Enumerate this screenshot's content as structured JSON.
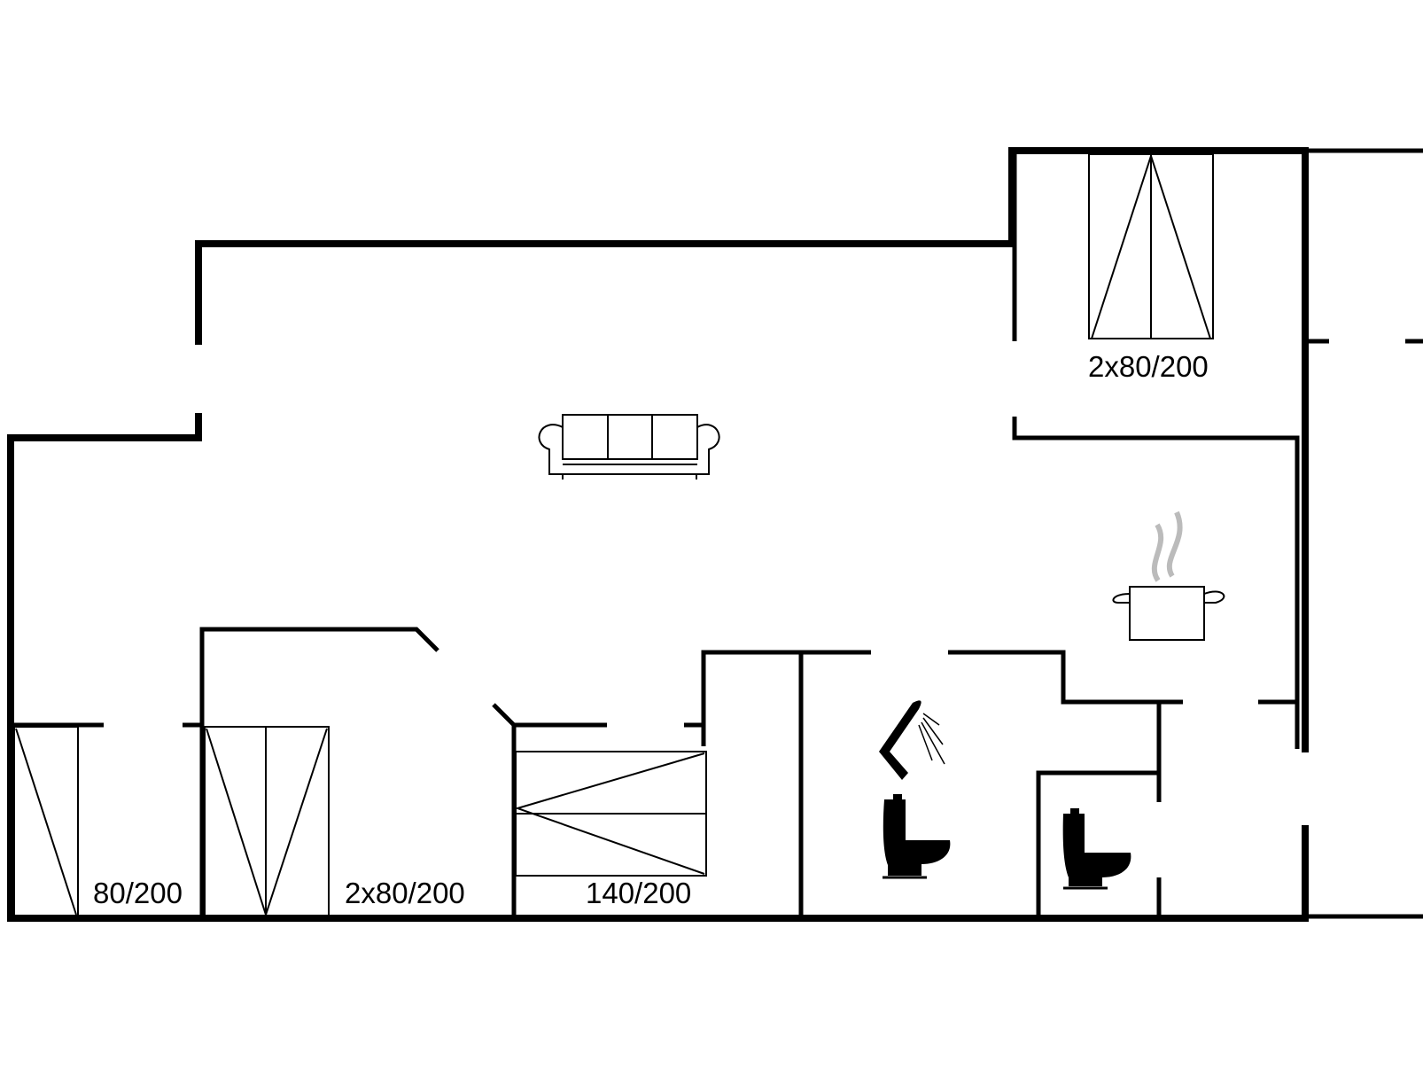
{
  "colors": {
    "walls": "#000000",
    "background": "#ffffff",
    "steam": "#bbbbbb"
  },
  "icons": [
    "sofa-icon",
    "cooking-pot-icon",
    "shower-icon",
    "toilet-icon"
  ],
  "beds": [
    {
      "id": "bed-top-right",
      "label": "2x80/200"
    },
    {
      "id": "bed-bottom-left",
      "label": "80/200"
    },
    {
      "id": "bed-bottom-twin",
      "label": "2x80/200"
    },
    {
      "id": "bed-bottom-double",
      "label": "140/200"
    }
  ]
}
